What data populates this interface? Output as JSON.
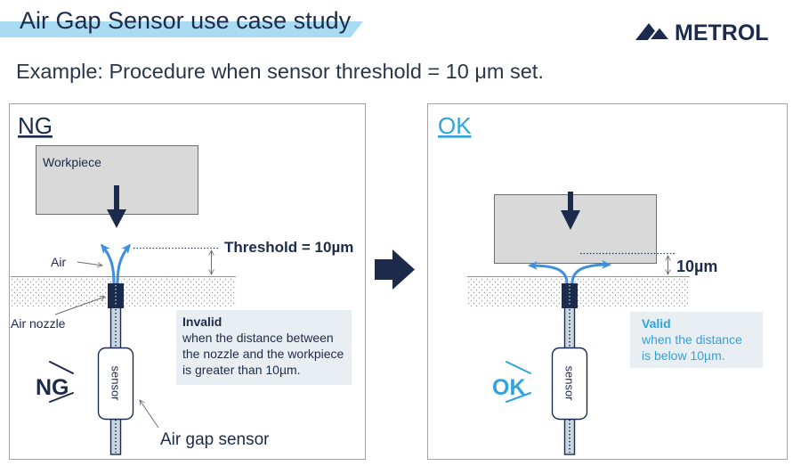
{
  "header": {
    "title": "Air Gap Sensor use case study",
    "logo_text": "METROL",
    "subtitle": "Example: Procedure when sensor threshold = 10 μm set."
  },
  "ng_panel": {
    "heading": "NG",
    "workpiece_label": "Workpiece",
    "threshold_label": "Threshold = 10µm",
    "air_label": "Air",
    "nozzle_label": "Air nozzle",
    "sensor_label": "sensor",
    "stamp": "NG",
    "sensor_caption": "Air gap sensor",
    "info": {
      "title": "Invalid",
      "lines": [
        "when the distance between",
        "the nozzle and the workpiece",
        "is greater than 10µm."
      ]
    }
  },
  "ok_panel": {
    "heading": "OK",
    "gap_label": "10µm",
    "sensor_label": "sensor",
    "stamp": "OK",
    "info": {
      "title": "Valid",
      "lines": [
        "when the distance",
        "is below 10µm."
      ]
    }
  },
  "colors": {
    "navy": "#1c2b4b",
    "accent_blue": "#2ea3de",
    "banner_blue": "#a9dbf3",
    "air_flow_blue": "#3d8fdf",
    "workpiece_gray": "#d9d9d9",
    "info_box": "#e9eef3"
  },
  "icons": {
    "logo_mark": "metrol-logo-icon",
    "step_arrow": "arrow-right-icon",
    "push_arrow": "arrow-down-icon"
  }
}
